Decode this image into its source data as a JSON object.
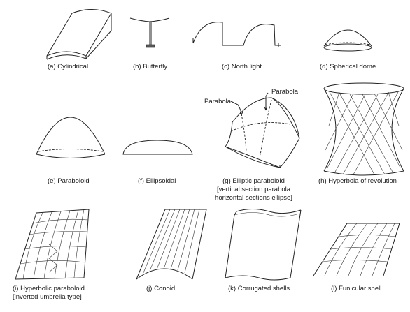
{
  "captions": {
    "a": "(a) Cylindrical",
    "b": "(b) Butterfly",
    "c": "(c) North light",
    "d": "(d) Spherical dome",
    "e": "(e) Paraboloid",
    "f": "(f) Ellipsoidal",
    "g_line1": "(g) Elliptic paraboloid",
    "g_line2": "[vertical section parabola",
    "g_line3": "horizontal sections ellipse]",
    "h": "(h) Hyperbola of revolution",
    "i_line1": "(i) Hyperbolic paraboloid",
    "i_line2": "[inverted umbrella type]",
    "j": "(j) Conoid",
    "k": "(k) Corrugated shells",
    "l": "(l) Funicular shell"
  },
  "annotations": {
    "parabola_left": "Parabola",
    "parabola_right": "Parabola"
  }
}
